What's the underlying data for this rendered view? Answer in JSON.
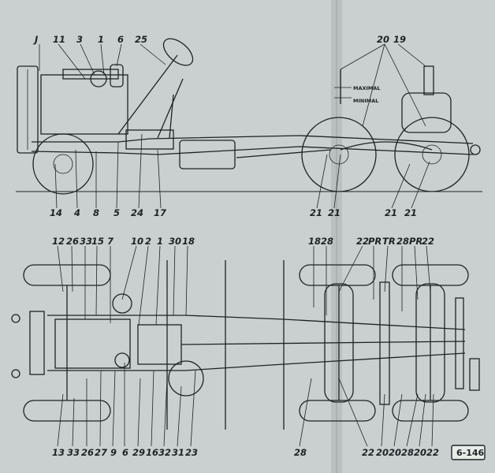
{
  "side_view": {
    "top_labels": [
      {
        "id": "J",
        "text": "J"
      },
      {
        "id": "11",
        "text": "11"
      },
      {
        "id": "3",
        "text": "3"
      },
      {
        "id": "1",
        "text": "1"
      },
      {
        "id": "6",
        "text": "6"
      },
      {
        "id": "25",
        "text": "25"
      },
      {
        "id": "20",
        "text": "20"
      },
      {
        "id": "19",
        "text": "19"
      }
    ],
    "gauge_labels": {
      "maximal": "MAXIMAL",
      "minimal": "MINIMAL"
    },
    "bottom_labels": [
      {
        "id": "14",
        "text": "14"
      },
      {
        "id": "4",
        "text": "4"
      },
      {
        "id": "8",
        "text": "8"
      },
      {
        "id": "5",
        "text": "5"
      },
      {
        "id": "24",
        "text": "24"
      },
      {
        "id": "17",
        "text": "17"
      },
      {
        "id": "21a",
        "text": "21"
      },
      {
        "id": "21b",
        "text": "21"
      },
      {
        "id": "21c",
        "text": "21"
      },
      {
        "id": "21d",
        "text": "21"
      }
    ]
  },
  "plan_view": {
    "top_labels": [
      {
        "id": "12",
        "text": "12"
      },
      {
        "id": "26",
        "text": "26"
      },
      {
        "id": "33",
        "text": "33"
      },
      {
        "id": "15",
        "text": "15"
      },
      {
        "id": "7",
        "text": "7"
      },
      {
        "id": "10",
        "text": "10"
      },
      {
        "id": "2",
        "text": "2"
      },
      {
        "id": "1",
        "text": "1"
      },
      {
        "id": "30",
        "text": "30"
      },
      {
        "id": "18a",
        "text": "18"
      },
      {
        "id": "18b",
        "text": "18"
      },
      {
        "id": "28a",
        "text": "28"
      },
      {
        "id": "22a",
        "text": "22"
      },
      {
        "id": "PRa",
        "text": "PR"
      },
      {
        "id": "TR",
        "text": "TR"
      },
      {
        "id": "28b",
        "text": "28"
      },
      {
        "id": "PRb",
        "text": "PR"
      },
      {
        "id": "22b",
        "text": "22"
      }
    ],
    "bottom_labels": [
      {
        "id": "13",
        "text": "13"
      },
      {
        "id": "33",
        "text": "33"
      },
      {
        "id": "26",
        "text": "26"
      },
      {
        "id": "27",
        "text": "27"
      },
      {
        "id": "9",
        "text": "9"
      },
      {
        "id": "6",
        "text": "6"
      },
      {
        "id": "29",
        "text": "29"
      },
      {
        "id": "16",
        "text": "16"
      },
      {
        "id": "32",
        "text": "32"
      },
      {
        "id": "31",
        "text": "31"
      },
      {
        "id": "23",
        "text": "23"
      },
      {
        "id": "28c",
        "text": "28"
      },
      {
        "id": "22c",
        "text": "22"
      },
      {
        "id": "20a",
        "text": "20"
      },
      {
        "id": "20b",
        "text": "20"
      },
      {
        "id": "28d",
        "text": "28"
      },
      {
        "id": "20c",
        "text": "20"
      },
      {
        "id": "22d",
        "text": "22"
      }
    ]
  },
  "figure_number": "6-146",
  "colors": {
    "paper": "#c9d0cf",
    "ink": "#1c2326"
  }
}
